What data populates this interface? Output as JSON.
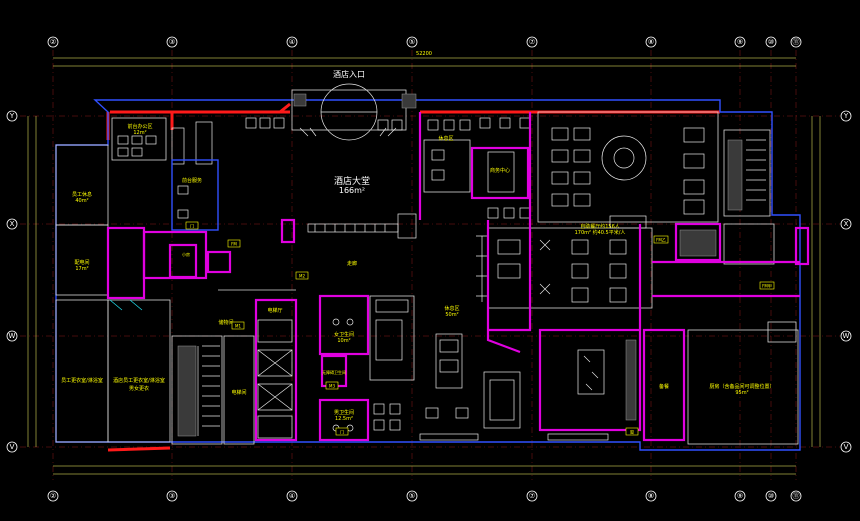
{
  "drawing": {
    "column_labels_top": [
      "②",
      "③",
      "④",
      "⑤",
      "⑦",
      "⑧",
      "⑨",
      "⑩",
      "⑪"
    ],
    "column_labels_bottom": [
      "②",
      "③",
      "④",
      "⑤",
      "⑦",
      "⑧",
      "⑨",
      "⑩",
      "⑪"
    ],
    "row_labels_left": [
      "Y",
      "X",
      "W",
      "V"
    ],
    "row_labels_right": [
      "Y",
      "X",
      "W",
      "V"
    ],
    "overall_dimension": "52200"
  },
  "rooms": {
    "entrance": "酒店入口",
    "lobby": "酒店大堂",
    "lobby_area": "166m²",
    "office_top": "前台办公区",
    "office_top_area": "12m²",
    "front_desk": "前台服务",
    "rest_area": "休息区",
    "business": "商务中心",
    "restaurant": "自助餐厅约156人",
    "restaurant_area": "170m² 约40.5平米/人",
    "left_room1": "员工休息",
    "left_room1_area": "40m²",
    "left_room2": "配电间",
    "left_room2_area": "17m²",
    "left_room3": "电梯间",
    "left_room4": "员工更衣室/淋浴室",
    "left_room5": "酒店员工更衣室/淋浴室",
    "left_room5_sub": "男女更衣",
    "corridor": "走廊",
    "lounge": "休息区",
    "lounge_area": "50m²",
    "female_wc": "女卫生间",
    "female_wc_area": "10m²",
    "male_wc": "男卫生间",
    "male_wc_area": "12.5m²",
    "accessible_wc": "无障碍卫生间",
    "elevator": "电梯厅",
    "kitchen": "厨房（含备品间可调整位置）",
    "kitchen_area": "95m²",
    "storage": "储物间",
    "small_room": "小房",
    "pantry": "备餐"
  },
  "tags": [
    "门",
    "窗",
    "FM",
    "M1",
    "M2",
    "M3",
    "FM乙",
    "FM甲"
  ]
}
